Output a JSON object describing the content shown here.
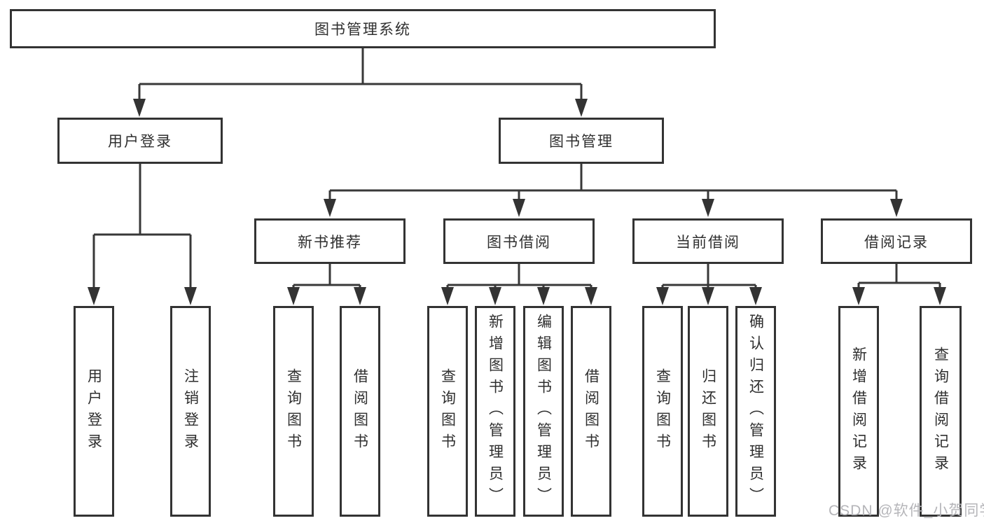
{
  "diagram_title": "图书管理系统",
  "colors": {
    "background": "#ffffff",
    "box_border": "#333333",
    "connector_line": "#383838",
    "text": "#2f2f2f",
    "watermark": "#b5b5b9"
  },
  "tree": {
    "label": "图书管理系统",
    "children": [
      {
        "label": "用户登录",
        "children": [
          {
            "label": "用户登录"
          },
          {
            "label": "注销登录"
          }
        ]
      },
      {
        "label": "图书管理",
        "children": [
          {
            "label": "新书推荐",
            "children": [
              {
                "label": "查询图书"
              },
              {
                "label": "借阅图书"
              }
            ]
          },
          {
            "label": "图书借阅",
            "children": [
              {
                "label": "查询图书"
              },
              {
                "label": "新增图书（管理员）"
              },
              {
                "label": "编辑图书（管理员）"
              },
              {
                "label": "借阅图书"
              }
            ]
          },
          {
            "label": "当前借阅",
            "children": [
              {
                "label": "查询图书"
              },
              {
                "label": "归还图书"
              },
              {
                "label": "确认归还（管理员）"
              }
            ]
          },
          {
            "label": "借阅记录",
            "children": [
              {
                "label": "新增借阅记录"
              },
              {
                "label": "查询借阅记录"
              }
            ]
          }
        ]
      }
    ]
  },
  "watermark": {
    "text": "CSDN @软件_小贺同学"
  }
}
